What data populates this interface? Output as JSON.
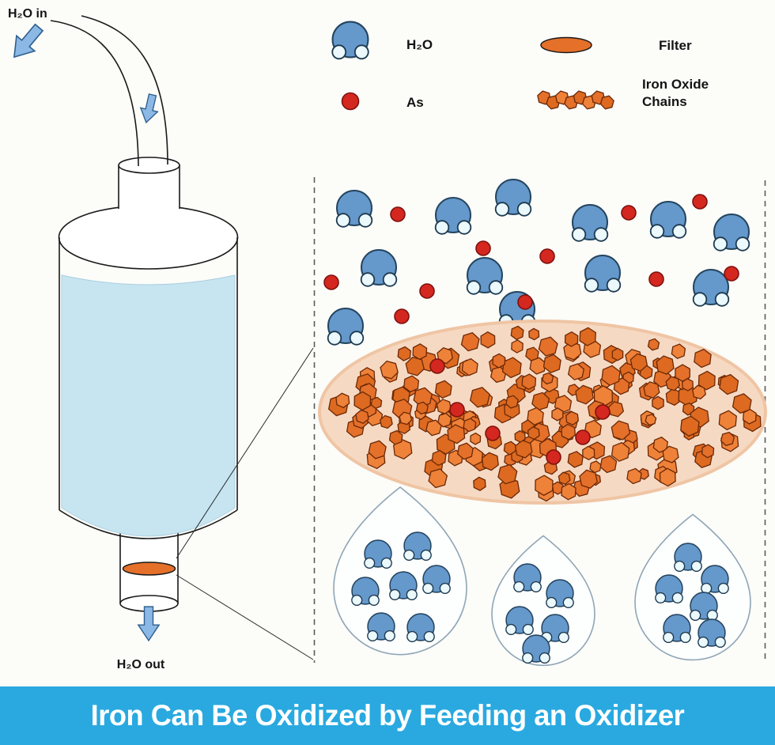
{
  "apparatus": {
    "inlet_label": "H₂O in",
    "outlet_label": "H₂O out"
  },
  "legend": {
    "water": {
      "icon": "water-molecule-icon",
      "label": "H₂O"
    },
    "arsenic": {
      "icon": "arsenic-icon",
      "label": "As"
    },
    "filter": {
      "icon": "filter-icon",
      "label": "Filter"
    },
    "iron_oxide": {
      "icon": "iron-oxide-chains-icon",
      "label_line1": "Iron Oxide",
      "label_line2": "Chains"
    }
  },
  "banner": {
    "title": "Iron Can Be Oxidized by Feeding an Oxidizer"
  },
  "colors": {
    "molecule_blue": "#6598CB",
    "hydrogen_white": "#EBF8FC",
    "arsenic_red": "#D4271F",
    "iron_oxide_orange": "#E4702A",
    "filter_ellipse_peach": "#F6D9C2",
    "filter_disc_orange": "#E4702A",
    "water_fill_blue": "#C7E5F1",
    "arrow_blue": "#8CB8E6",
    "banner_cyan": "#29A9E0"
  }
}
